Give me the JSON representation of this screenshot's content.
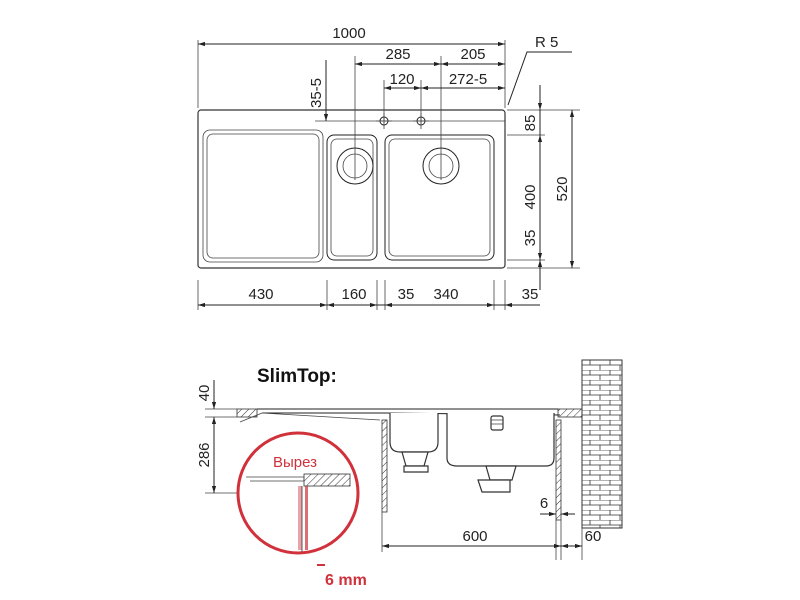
{
  "top_view": {
    "overall_width": "1000",
    "radius": "R 5",
    "dim_285": "285",
    "dim_205": "205",
    "dim_35_5": "35-5",
    "dim_120": "120",
    "dim_272_5": "272-5",
    "dim_85": "85",
    "dim_400": "400",
    "dim_520": "520",
    "dim_35_right": "35",
    "bottom_dims": [
      "430",
      "160",
      "35",
      "340",
      "35"
    ]
  },
  "section_view": {
    "title": "SlimTop:",
    "dim_40": "40",
    "dim_286": "286",
    "dim_6": "6",
    "dim_600": "600",
    "dim_60": "60",
    "cutout_label": "Вырез",
    "gap_label": "6 mm"
  },
  "colors": {
    "accent_red": "#d0313a",
    "line": "#222222"
  }
}
